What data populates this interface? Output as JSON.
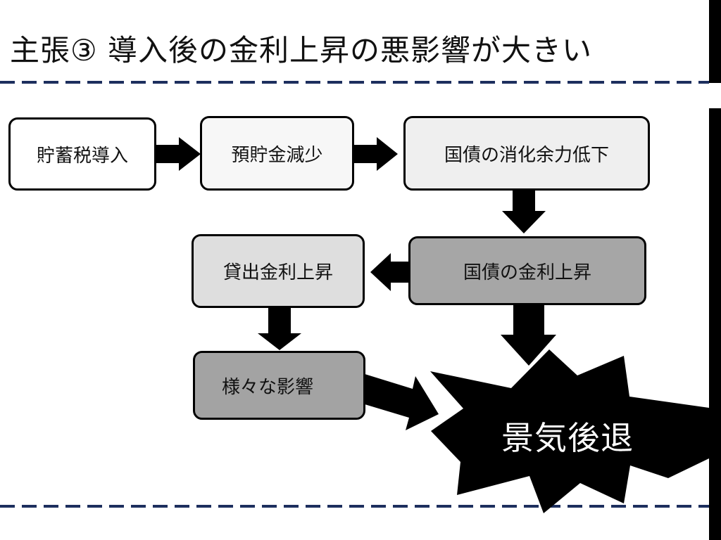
{
  "slide": {
    "title": "主張③ 導入後の金利上昇の悪影響が大きい"
  },
  "nodes": {
    "savings_tax": {
      "label": "貯蓄税導入",
      "fill": "#ffffff"
    },
    "deposit_decline": {
      "label": "預貯金減少",
      "fill": "#f7f7f7"
    },
    "bond_capacity": {
      "label": "国債の消化余力低下",
      "fill": "#efefef"
    },
    "bond_rate": {
      "label": "国債の金利上昇",
      "fill": "#a6a6a6"
    },
    "loan_rate": {
      "label": "貸出金利上昇",
      "fill": "#dedede"
    },
    "various_effects": {
      "label": "様々な影響",
      "fill": "#a3a3a3"
    },
    "recession": {
      "label": "景気後退",
      "fill": "#000000",
      "text_color": "#ffffff"
    }
  },
  "colors": {
    "dash_line": "#1d2f5e",
    "arrow": "#000000"
  }
}
